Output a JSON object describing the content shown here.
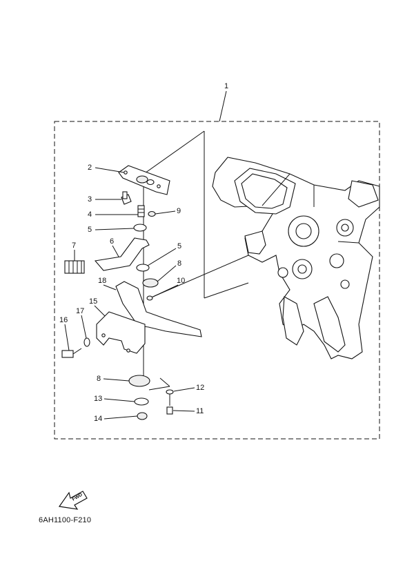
{
  "assembly_label": "1",
  "callouts": [
    "2",
    "3",
    "4",
    "5",
    "6",
    "7",
    "5",
    "8",
    "9",
    "10",
    "18",
    "15",
    "16",
    "17",
    "8",
    "13",
    "12",
    "14",
    "11"
  ],
  "fwd_label": "FWD",
  "diagram_code": "6AH1100-F210"
}
